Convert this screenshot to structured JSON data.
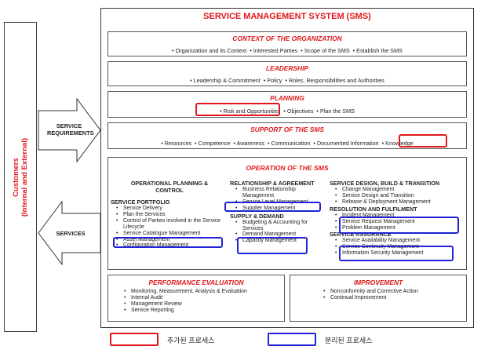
{
  "customers_label_line1": "Customers",
  "customers_label_line2": "(Internal and External)",
  "service_requirements": "SERVICE REQUIREMENTS",
  "services": "SERVICES",
  "sms_title": "SERVICE MANAGEMENT SYSTEM (SMS)",
  "context": {
    "title": "CONTEXT OF THE ORGANIZATION",
    "items": [
      "Organization and its Context",
      "Interested Parties",
      "Scope of the SMS",
      "Establish the SMS"
    ]
  },
  "leadership": {
    "title": "LEADERSHIP",
    "items": [
      "Leadership & Commitment",
      "Policy",
      "Roles, Responsibilities and Authorities"
    ]
  },
  "planning": {
    "title": "PLANNING",
    "items": [
      "Risk and Opportunities",
      "Objectives",
      "Plan the SMS"
    ]
  },
  "support": {
    "title": "SUPPORT OF THE SMS",
    "items": [
      "Resources",
      "Competence",
      "Awareness",
      "Communication",
      "Documented Information",
      "Knowledge"
    ]
  },
  "operation": {
    "title": "OPERATION OF THE SMS",
    "col1": {
      "heading": "OPERATIONAL PLANNING & CONTROL",
      "sub": "SERVICE PORTFOLIO",
      "items": [
        "Service Delivery",
        "Plan the Services",
        "Control of Parties involved in the Service Lifecycle",
        "Service Catalogue Management",
        "Asset Management",
        "Configuration Management"
      ]
    },
    "col2": {
      "heading": "RELATIONSHIP & AGREEMENT",
      "items": [
        "Business Relationship Management",
        "Service Level Management",
        "Supplier Management"
      ],
      "sub": "SUPPLY & DEMAND",
      "sub_items": [
        "Budgeting & Accounting for Services",
        "Demand Management",
        "Capacity Management"
      ]
    },
    "col3": {
      "heading": "SERVICE DESIGN, BUILD & TRANSITION",
      "items": [
        "Change Management",
        "Service Design and Transition",
        "Release & Deployment Management"
      ],
      "sub1": "RESOLUTION AND FULFILMENT",
      "sub1_items": [
        "Incident Management",
        "Service Request Management",
        "Problem Management"
      ],
      "sub2": "SERVICE ASSURANCE",
      "sub2_items": [
        "Service Availability Management",
        "Service Continuity Management",
        "Information Security Management"
      ]
    }
  },
  "performance": {
    "title": "PERFORMANCE EVALUATION",
    "items": [
      "Monitoring, Measurement, Analysis & Evaluation",
      "Internal Audit",
      "Management Review",
      "Service Reporting"
    ]
  },
  "improvement": {
    "title": "IMPROVEMENT",
    "items": [
      "Nonconformity and Corrective Action",
      "Continual Improvement"
    ]
  },
  "legend": {
    "added": "추가된 프로세스",
    "separated": "분리된 프로세스"
  },
  "colors": {
    "red": "#e0181b",
    "blue": "#2024d6"
  }
}
